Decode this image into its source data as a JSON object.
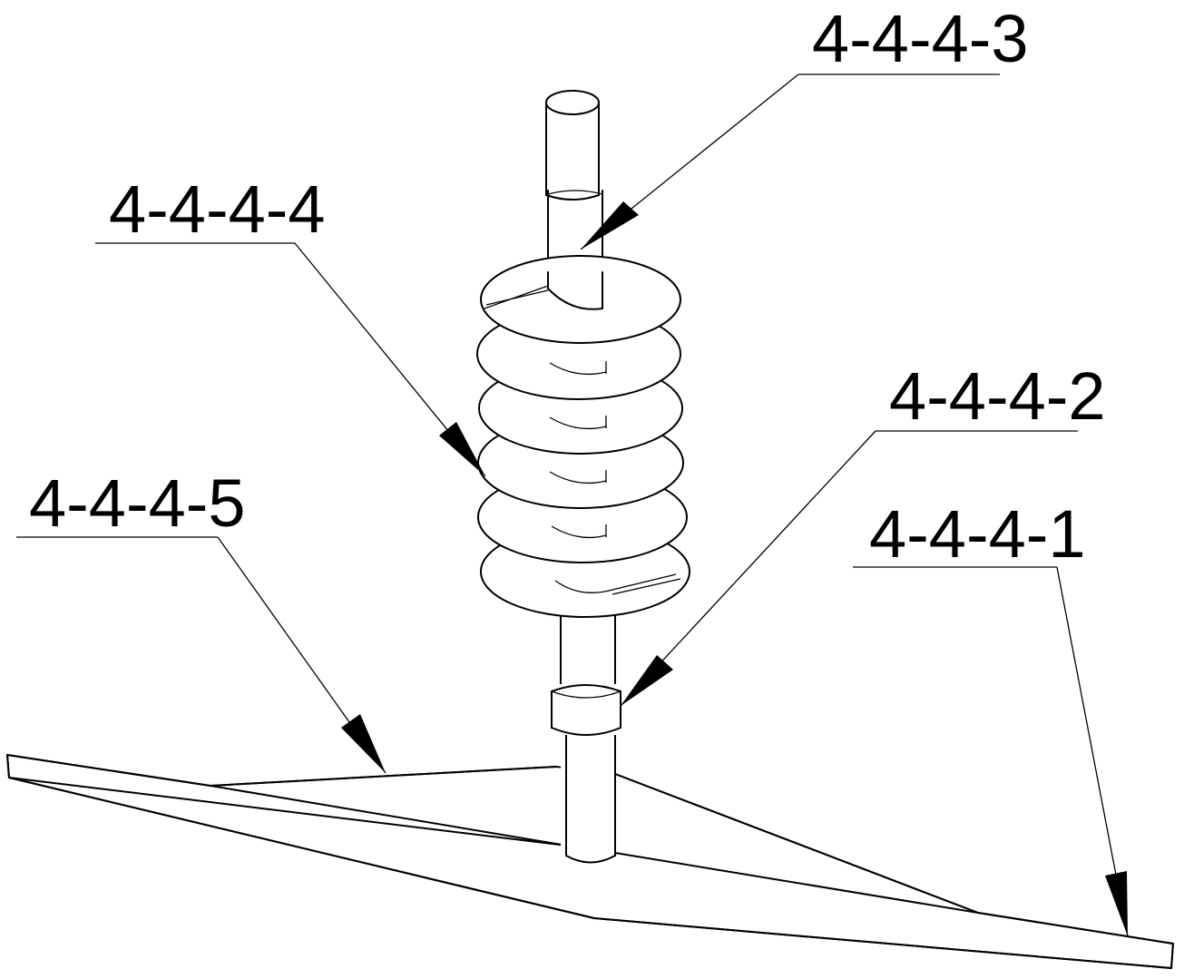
{
  "labels": {
    "part_3": "4-4-4-3",
    "part_4": "4-4-4-4",
    "part_2": "4-4-4-2",
    "part_5": "4-4-4-5",
    "part_1": "4-4-4-1"
  },
  "colors": {
    "line": "#000000",
    "background": "#ffffff"
  }
}
